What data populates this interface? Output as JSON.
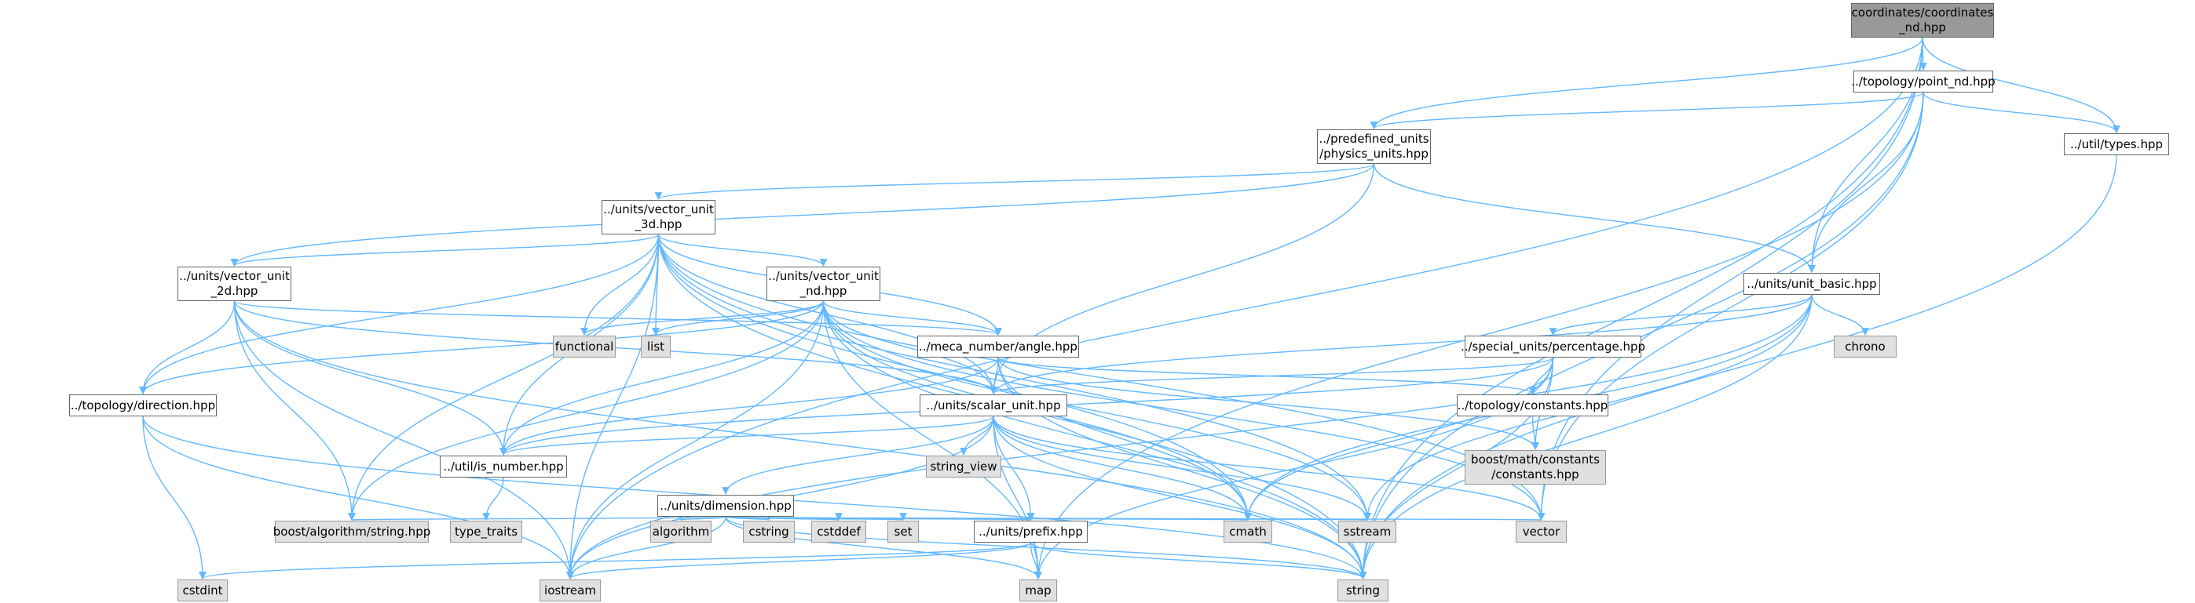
{
  "diagram": {
    "colors": {
      "edge": "#63b8ff",
      "root_fill": "#999999",
      "file_fill": "#ffffff",
      "external_fill": "#e0e0e0",
      "border": "#666666"
    },
    "nodes": [
      {
        "id": "root",
        "kind": "root",
        "lines": [
          "coordinates/coordinates",
          "_nd.hpp"
        ]
      },
      {
        "id": "point_nd",
        "kind": "file",
        "lines": [
          "../topology/point_nd.hpp"
        ]
      },
      {
        "id": "physics_units",
        "kind": "file",
        "lines": [
          "../predefined_units",
          "/physics_units.hpp"
        ]
      },
      {
        "id": "util_types",
        "kind": "file",
        "lines": [
          "../util/types.hpp"
        ]
      },
      {
        "id": "vector_unit_3d",
        "kind": "file",
        "lines": [
          "../units/vector_unit",
          "_3d.hpp"
        ]
      },
      {
        "id": "unit_basic",
        "kind": "file",
        "lines": [
          "../units/unit_basic.hpp"
        ]
      },
      {
        "id": "vector_unit_2d",
        "kind": "file",
        "lines": [
          "../units/vector_unit",
          "_2d.hpp"
        ]
      },
      {
        "id": "vector_unit_nd",
        "kind": "file",
        "lines": [
          "../units/vector_unit",
          "_nd.hpp"
        ]
      },
      {
        "id": "angle",
        "kind": "file",
        "lines": [
          "../meca_number/angle.hpp"
        ]
      },
      {
        "id": "percentage",
        "kind": "file",
        "lines": [
          "../special_units/percentage.hpp"
        ]
      },
      {
        "id": "direction",
        "kind": "file",
        "lines": [
          "../topology/direction.hpp"
        ]
      },
      {
        "id": "scalar_unit",
        "kind": "file",
        "lines": [
          "../units/scalar_unit.hpp"
        ]
      },
      {
        "id": "constants",
        "kind": "file",
        "lines": [
          "../topology/constants.hpp"
        ]
      },
      {
        "id": "is_number",
        "kind": "file",
        "lines": [
          "../util/is_number.hpp"
        ]
      },
      {
        "id": "dimension",
        "kind": "file",
        "lines": [
          "../units/dimension.hpp"
        ]
      },
      {
        "id": "prefix",
        "kind": "file",
        "lines": [
          "../units/prefix.hpp"
        ]
      },
      {
        "id": "functional",
        "kind": "ext",
        "lines": [
          "functional"
        ]
      },
      {
        "id": "list",
        "kind": "ext",
        "lines": [
          "list"
        ]
      },
      {
        "id": "chrono",
        "kind": "ext",
        "lines": [
          "chrono"
        ]
      },
      {
        "id": "string_view",
        "kind": "ext",
        "lines": [
          "string_view"
        ]
      },
      {
        "id": "boost_constants",
        "kind": "ext",
        "lines": [
          "boost/math/constants",
          "/constants.hpp"
        ]
      },
      {
        "id": "type_traits",
        "kind": "ext",
        "lines": [
          "type_traits"
        ]
      },
      {
        "id": "boost_string",
        "kind": "ext",
        "lines": [
          "boost/algorithm/string.hpp"
        ]
      },
      {
        "id": "algorithm",
        "kind": "ext",
        "lines": [
          "algorithm"
        ]
      },
      {
        "id": "cstring",
        "kind": "ext",
        "lines": [
          "cstring"
        ]
      },
      {
        "id": "cstddef",
        "kind": "ext",
        "lines": [
          "cstddef"
        ]
      },
      {
        "id": "set",
        "kind": "ext",
        "lines": [
          "set"
        ]
      },
      {
        "id": "cmath",
        "kind": "ext",
        "lines": [
          "cmath"
        ]
      },
      {
        "id": "sstream",
        "kind": "ext",
        "lines": [
          "sstream"
        ]
      },
      {
        "id": "vector",
        "kind": "ext",
        "lines": [
          "vector"
        ]
      },
      {
        "id": "cstdint",
        "kind": "ext",
        "lines": [
          "cstdint"
        ]
      },
      {
        "id": "iostream",
        "kind": "ext",
        "lines": [
          "iostream"
        ]
      },
      {
        "id": "map",
        "kind": "ext",
        "lines": [
          "map"
        ]
      },
      {
        "id": "string",
        "kind": "ext",
        "lines": [
          "string"
        ]
      }
    ],
    "edges": [
      [
        "root",
        "point_nd"
      ],
      [
        "root",
        "physics_units"
      ],
      [
        "root",
        "util_types"
      ],
      [
        "root",
        "unit_basic"
      ],
      [
        "root",
        "vector"
      ],
      [
        "root",
        "iostream"
      ],
      [
        "root",
        "string"
      ],
      [
        "point_nd",
        "physics_units"
      ],
      [
        "point_nd",
        "util_types"
      ],
      [
        "point_nd",
        "unit_basic"
      ],
      [
        "point_nd",
        "vector"
      ],
      [
        "point_nd",
        "map"
      ],
      [
        "point_nd",
        "string"
      ],
      [
        "util_types",
        "string"
      ],
      [
        "physics_units",
        "vector_unit_3d"
      ],
      [
        "physics_units",
        "vector_unit_2d"
      ],
      [
        "physics_units",
        "unit_basic"
      ],
      [
        "physics_units",
        "scalar_unit"
      ],
      [
        "vector_unit_3d",
        "vector_unit_2d"
      ],
      [
        "vector_unit_3d",
        "vector_unit_nd"
      ],
      [
        "vector_unit_3d",
        "angle"
      ],
      [
        "vector_unit_3d",
        "direction"
      ],
      [
        "vector_unit_3d",
        "scalar_unit"
      ],
      [
        "vector_unit_3d",
        "is_number"
      ],
      [
        "vector_unit_3d",
        "functional"
      ],
      [
        "vector_unit_3d",
        "list"
      ],
      [
        "vector_unit_3d",
        "boost_string"
      ],
      [
        "vector_unit_3d",
        "cmath"
      ],
      [
        "vector_unit_3d",
        "sstream"
      ],
      [
        "vector_unit_3d",
        "vector"
      ],
      [
        "vector_unit_3d",
        "iostream"
      ],
      [
        "vector_unit_3d",
        "string"
      ],
      [
        "vector_unit_2d",
        "angle"
      ],
      [
        "vector_unit_2d",
        "direction"
      ],
      [
        "vector_unit_2d",
        "scalar_unit"
      ],
      [
        "vector_unit_2d",
        "is_number"
      ],
      [
        "vector_unit_2d",
        "boost_string"
      ],
      [
        "vector_unit_2d",
        "iostream"
      ],
      [
        "vector_unit_2d",
        "string"
      ],
      [
        "vector_unit_nd",
        "angle"
      ],
      [
        "vector_unit_nd",
        "direction"
      ],
      [
        "vector_unit_nd",
        "scalar_unit"
      ],
      [
        "vector_unit_nd",
        "is_number"
      ],
      [
        "vector_unit_nd",
        "functional"
      ],
      [
        "vector_unit_nd",
        "list"
      ],
      [
        "vector_unit_nd",
        "boost_string"
      ],
      [
        "vector_unit_nd",
        "cmath"
      ],
      [
        "vector_unit_nd",
        "sstream"
      ],
      [
        "vector_unit_nd",
        "vector"
      ],
      [
        "vector_unit_nd",
        "iostream"
      ],
      [
        "vector_unit_nd",
        "string"
      ],
      [
        "vector_unit_nd",
        "map"
      ],
      [
        "angle",
        "scalar_unit"
      ],
      [
        "angle",
        "constants"
      ],
      [
        "angle",
        "boost_constants"
      ],
      [
        "angle",
        "cmath"
      ],
      [
        "angle",
        "string"
      ],
      [
        "angle",
        "is_number"
      ],
      [
        "unit_basic",
        "percentage"
      ],
      [
        "unit_basic",
        "chrono"
      ],
      [
        "unit_basic",
        "scalar_unit"
      ],
      [
        "unit_basic",
        "cmath"
      ],
      [
        "unit_basic",
        "sstream"
      ],
      [
        "unit_basic",
        "string"
      ],
      [
        "unit_basic",
        "iostream"
      ],
      [
        "percentage",
        "scalar_unit"
      ],
      [
        "percentage",
        "constants"
      ],
      [
        "percentage",
        "boost_constants"
      ],
      [
        "percentage",
        "is_number"
      ],
      [
        "percentage",
        "string"
      ],
      [
        "percentage",
        "map"
      ],
      [
        "percentage",
        "cmath"
      ],
      [
        "constants",
        "boost_constants"
      ],
      [
        "direction",
        "cstdint"
      ],
      [
        "direction",
        "iostream"
      ],
      [
        "direction",
        "string"
      ],
      [
        "scalar_unit",
        "is_number"
      ],
      [
        "scalar_unit",
        "dimension"
      ],
      [
        "scalar_unit",
        "prefix"
      ],
      [
        "scalar_unit",
        "string_view"
      ],
      [
        "scalar_unit",
        "cmath"
      ],
      [
        "scalar_unit",
        "sstream"
      ],
      [
        "scalar_unit",
        "vector"
      ],
      [
        "scalar_unit",
        "map"
      ],
      [
        "scalar_unit",
        "string"
      ],
      [
        "scalar_unit",
        "iostream"
      ],
      [
        "is_number",
        "type_traits"
      ],
      [
        "dimension",
        "prefix"
      ],
      [
        "dimension",
        "boost_string"
      ],
      [
        "dimension",
        "algorithm"
      ],
      [
        "dimension",
        "cstring"
      ],
      [
        "dimension",
        "cstddef"
      ],
      [
        "dimension",
        "set"
      ],
      [
        "dimension",
        "cmath"
      ],
      [
        "dimension",
        "sstream"
      ],
      [
        "dimension",
        "vector"
      ],
      [
        "dimension",
        "iostream"
      ],
      [
        "dimension",
        "map"
      ],
      [
        "dimension",
        "string"
      ],
      [
        "prefix",
        "cstdint"
      ],
      [
        "prefix",
        "iostream"
      ],
      [
        "prefix",
        "map"
      ],
      [
        "prefix",
        "string"
      ]
    ]
  }
}
